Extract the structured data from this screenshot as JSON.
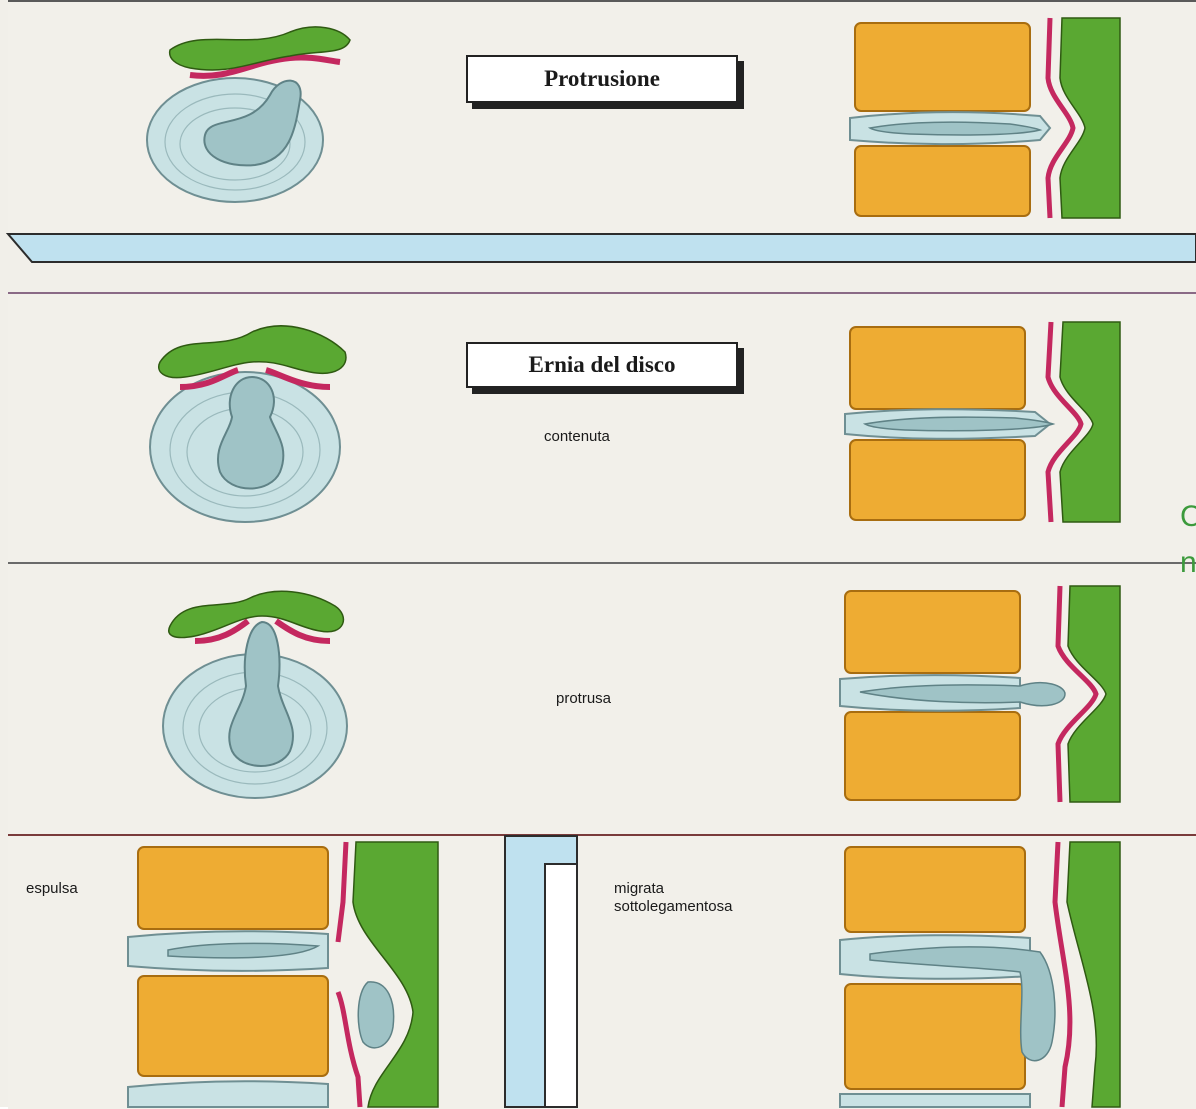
{
  "titles": {
    "protrusion": "Protrusione",
    "herniation": "Ernia del disco"
  },
  "labels": {
    "contained": "contenuta",
    "protruded": "protrusa",
    "expelled": "espulsa",
    "migrated": "migrata\nsottolegamentosa"
  },
  "side_note": {
    "line1": "C",
    "line2": "n"
  },
  "colors": {
    "vertebra": "#e9a62a",
    "vertebra_light": "#f4cf63",
    "disc": "#c7e1e3",
    "nucleus": "#9fc3c6",
    "ligament": "#c4285f",
    "cord": "#4f9e26",
    "cord_dark": "#2f5a12",
    "shelf": "#bfe1ef"
  }
}
